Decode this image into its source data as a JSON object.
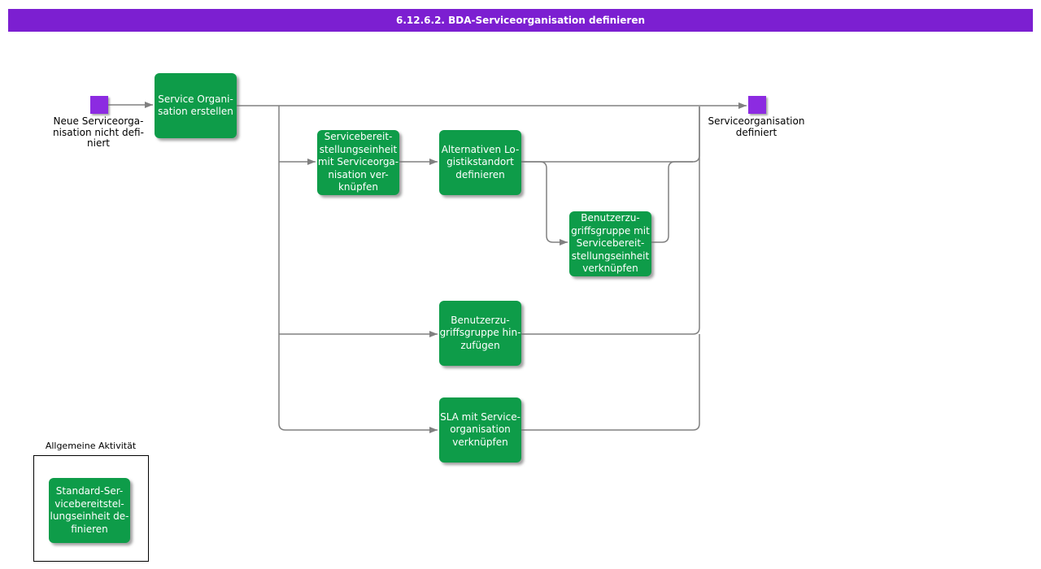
{
  "title_bar": {
    "text": "6.12.6.2. BDA-Serviceorganisation definieren"
  },
  "colors": {
    "title_bar": "#7c1fd1",
    "event_square": "#8c2be1",
    "task_fill": "#0e9c49",
    "task_text": "#ffffff",
    "connector": "#808080"
  },
  "events": {
    "start": {
      "label": "Neue Serviceorga-\nnisation nicht defi-\nniert"
    },
    "end": {
      "label": "Serviceorganisation\ndefiniert"
    }
  },
  "tasks": [
    {
      "id": "service-organisation-erstellen",
      "label": "Service Organi-\nsation erstellen"
    },
    {
      "id": "servicebereitstellungseinheit-mit-serviceorganisation-verknuepfen",
      "label": "Servicebereit-\nstellungseinheit\nmit Serviceorga-\nnisation ver-\nknüpfen"
    },
    {
      "id": "alternativen-logistikstandort-definieren",
      "label": "Alternativen Lo-\ngistikstandort\ndefinieren"
    },
    {
      "id": "benutzerzugriffsgruppe-mit-servicebereitstellungseinheit-verknuepfen",
      "label": "Benutzerzu-\ngriffsgruppe mit\nServicebereit-\nstellungseinheit\nverknüpfen"
    },
    {
      "id": "benutzerzugriffsgruppe-hinzufuegen",
      "label": "Benutzerzu-\ngriffsgruppe hin-\nzufügen"
    },
    {
      "id": "sla-mit-serviceorganisation-verknuepfen",
      "label": "SLA mit Service-\norganisation\nverknüpfen"
    }
  ],
  "legend": {
    "title": "Allgemeine Aktivität",
    "task_label": "Standard-Ser-\nvicebereitstel-\nlungseinheit de-\nfinieren"
  }
}
